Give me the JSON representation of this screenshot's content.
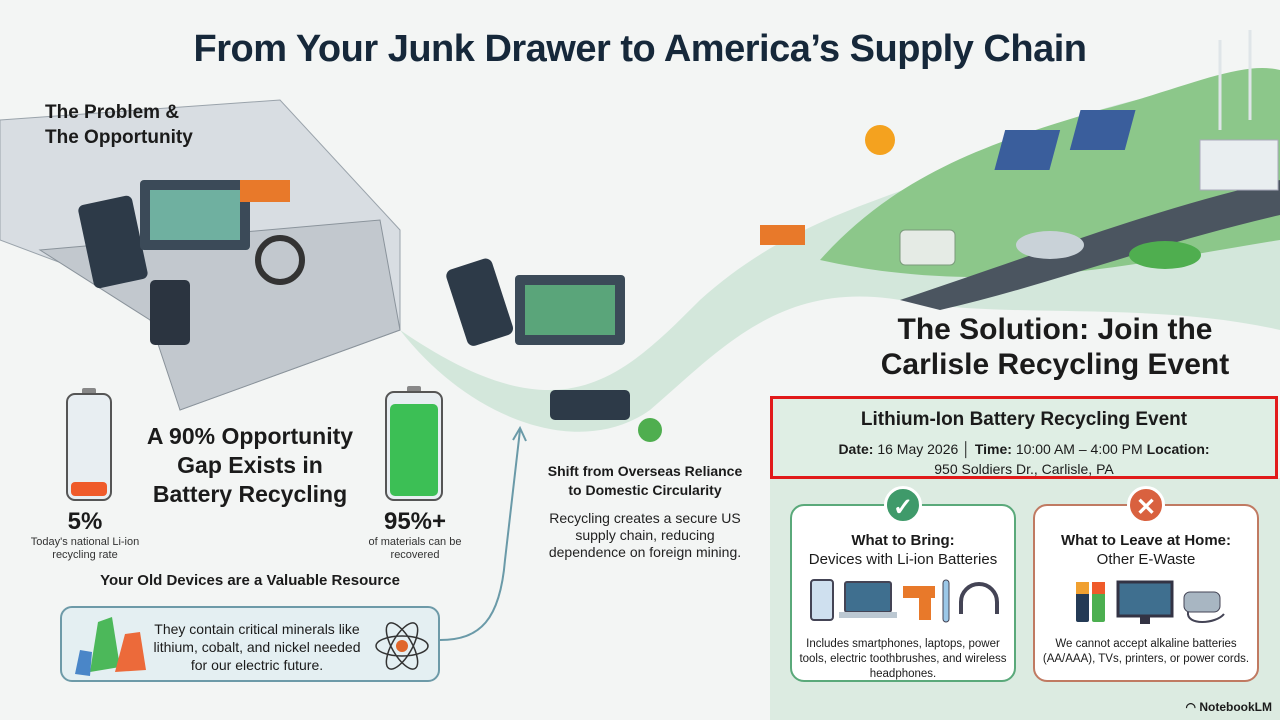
{
  "title": "From Your Junk Drawer to America’s Supply Chain",
  "problem_heading": [
    "The Problem &",
    "The Opportunity"
  ],
  "gap_heading": "A 90% Opportunity Gap Exists in Battery Recycling",
  "stat_low": {
    "value": "5%",
    "desc": "Today's national Li-ion recycling rate",
    "fill_percent": 5
  },
  "stat_high": {
    "value": "95%+",
    "desc": "of materials can be recovered",
    "fill_percent": 95
  },
  "resource_heading": "Your Old Devices are a Valuable Resource",
  "resource_text": "They contain critical minerals like lithium, cobalt, and nickel needed for our electric future.",
  "shift": {
    "heading": "Shift from Overseas Reliance to Domestic Circularity",
    "body": "Recycling creates a secure US supply chain, reducing dependence on foreign mining."
  },
  "solution_heading": "The Solution: Join the Carlisle Recycling Event",
  "event": {
    "title": "Lithium-Ion Battery Recycling Event",
    "date_label": "Date:",
    "date": "16 May 2026",
    "time_label": "Time:",
    "time": "10:00 AM – 4:00 PM",
    "location_label": "Location:",
    "location": "950 Soldiers Dr., Carlisle, PA"
  },
  "bring": {
    "heading": "What to Bring:",
    "sub": "Devices with Li-ion Batteries",
    "desc": "Includes smartphones, laptops, power tools, electric toothbrushes, and wireless headphones.",
    "icon": "check-icon",
    "color": "#3f9a6a"
  },
  "leave": {
    "heading": "What to Leave at Home:",
    "sub": "Other E-Waste",
    "desc": "We cannot accept alkaline batteries (AA/AAA), TVs, printers, or power cords.",
    "icon": "x-icon",
    "color": "#d9613f"
  },
  "brand": "NotebookLM"
}
